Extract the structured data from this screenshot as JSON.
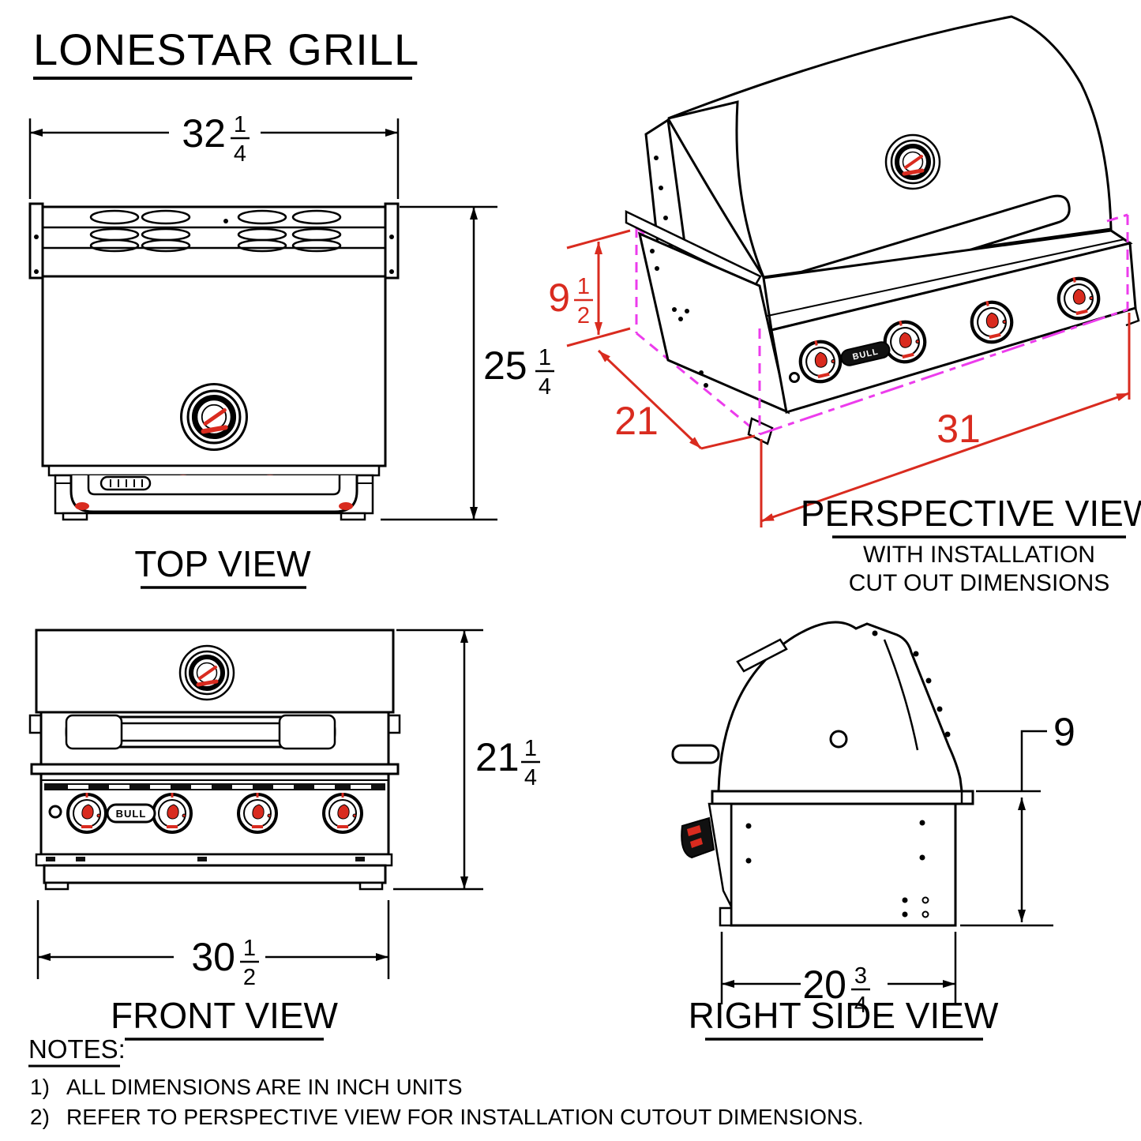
{
  "title": "LONESTAR GRILL",
  "brand": "BULL",
  "views": {
    "top": {
      "label": "TOP VIEW",
      "width_dim": {
        "whole": "32",
        "num": "1",
        "den": "4"
      },
      "depth_dim": {
        "whole": "25",
        "num": "1",
        "den": "4"
      }
    },
    "perspective": {
      "label": "PERSPECTIVE VIEW",
      "subtitle_line1": "WITH INSTALLATION",
      "subtitle_line2": "CUT OUT DIMENSIONS",
      "cutout_height": {
        "whole": "9",
        "num": "1",
        "den": "2"
      },
      "cutout_depth": "21",
      "cutout_width": "31"
    },
    "front": {
      "label": "FRONT VIEW",
      "height_dim": {
        "whole": "21",
        "num": "1",
        "den": "4"
      },
      "width_dim": {
        "whole": "30",
        "num": "1",
        "den": "2"
      }
    },
    "right": {
      "label": "RIGHT SIDE VIEW",
      "height_dim": "9",
      "depth_dim": {
        "whole": "20",
        "num": "3",
        "den": "4"
      }
    }
  },
  "notes": {
    "heading": "NOTES:",
    "items": [
      {
        "num": "1)",
        "text": "ALL DIMENSIONS ARE IN INCH UNITS"
      },
      {
        "num": "2)",
        "text": "REFER TO PERSPECTIVE VIEW FOR INSTALLATION CUTOUT DIMENSIONS."
      }
    ]
  },
  "colors": {
    "line": "#000000",
    "dimension": "#d92b1f",
    "cutout": "#ec3cec"
  }
}
